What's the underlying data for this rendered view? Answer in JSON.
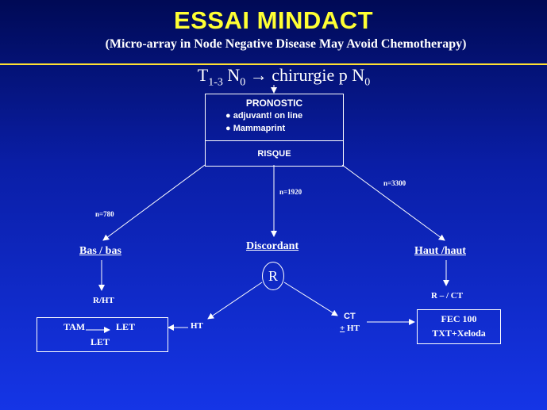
{
  "title": "ESSAI MINDACT",
  "subtitle": "(Micro-array in Node Negative Disease May Avoid Chemotherapy)",
  "stage": {
    "t": "T",
    "t_sub": "1-3",
    "n": "N",
    "n_sub": "0",
    "arrow": "→",
    "text": "chirurgie p N",
    "end_sub": "0"
  },
  "pronostic": {
    "title": "PRONOSTIC",
    "bullets": [
      "adjuvant! on line",
      "Mammaprint"
    ],
    "risque": "RISQUE"
  },
  "branches": {
    "left": {
      "n": "n=780",
      "label": "Bas / bas",
      "treatment": "R/HT"
    },
    "middle": {
      "n": "n=1920",
      "label": "Discordant",
      "random": "R"
    },
    "right": {
      "n": "n=3300",
      "label": "Haut /haut",
      "treatment": "R – / CT"
    }
  },
  "left_box": {
    "line1_a": "TAM",
    "line1_b": "LET",
    "line2": "LET"
  },
  "ht_label": "HT",
  "ct_label": {
    "ct": "CT",
    "plus": "+",
    "ht": "HT"
  },
  "right_box": {
    "line1": "FEC 100",
    "line2": "TXT+Xeloda"
  },
  "colors": {
    "title": "#ffff33",
    "rule": "#ffe033",
    "text": "#ffffff"
  }
}
